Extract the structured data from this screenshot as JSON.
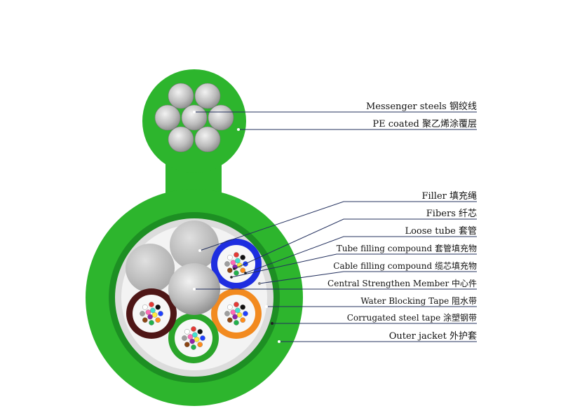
{
  "labels": {
    "messenger": "Messenger steels 钢绞线",
    "pe_coated": "PE coated 聚乙烯涂覆层",
    "filler": "Filler 填充绳",
    "fibers": "Fibers 纤芯",
    "loose_tube": "Loose tube 套管",
    "tube_filling": "Tube filling compound 套管填充物",
    "cable_filling": "Cable filling compound 缆芯填充物",
    "central_member": "Central Strengthen Member 中心件",
    "water_blocking": "Water Blocking Tape 阻水带",
    "corrugated_tape": "Corrugated steel tape 涂塑钢带",
    "outer_jacket": "Outer jacket 外护套"
  },
  "colors": {
    "jacket_green": "#2db52d",
    "jacket_dark": "#1d8f23",
    "steel_gray": "#bdbdbd",
    "filler_gray": "#c9c9c9",
    "tube_blue": "#1e2ee0",
    "tube_orange": "#f28a1f",
    "tube_green": "#2aa52a",
    "tube_brown": "#4e1616",
    "leader_line": "#23305e"
  },
  "fiber_colors": [
    "#1e40ff",
    "#ff8c1a",
    "#22b14c",
    "#8b4513",
    "#9e9e9e",
    "#ffffff",
    "#e53935",
    "#111111",
    "#ffeb3b",
    "#8e24aa",
    "#ff69b4",
    "#40e0d0"
  ]
}
